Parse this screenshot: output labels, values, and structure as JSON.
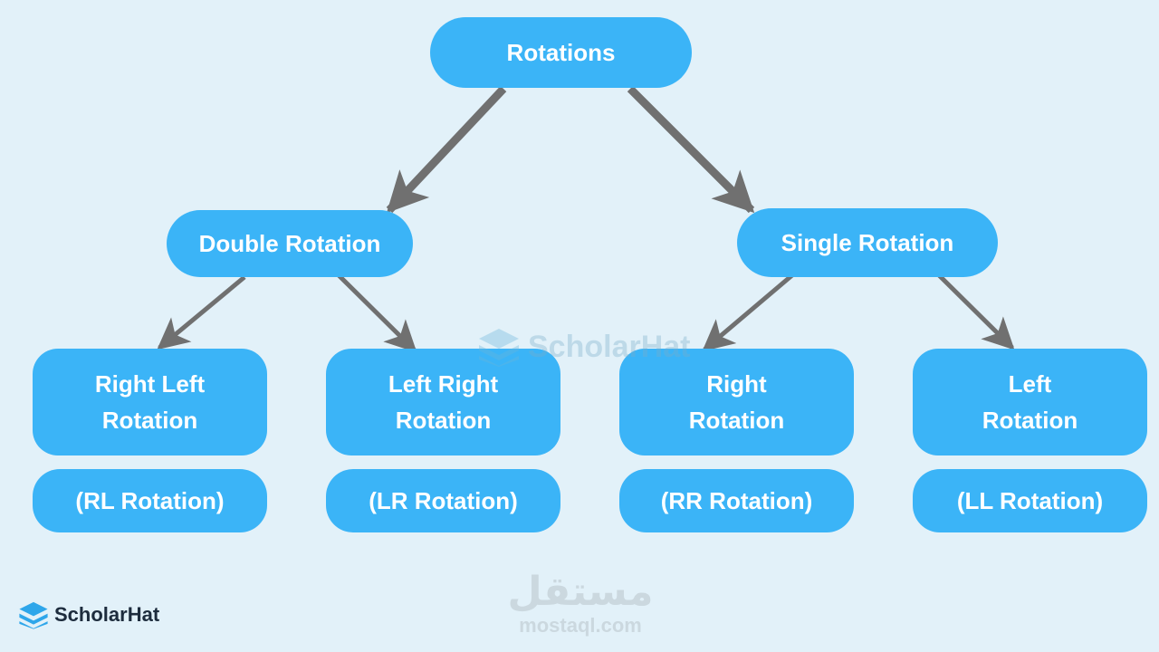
{
  "diagram": {
    "root": "Rotations",
    "branches": [
      {
        "id": "double",
        "label": "Double Rotation",
        "children": [
          {
            "label_lines": [
              "Right Left",
              "Rotation"
            ],
            "abbr": "(RL Rotation)"
          },
          {
            "label_lines": [
              "Left Right",
              "Rotation"
            ],
            "abbr": "(LR Rotation)"
          }
        ]
      },
      {
        "id": "single",
        "label": "Single Rotation",
        "children": [
          {
            "label_lines": [
              "Right",
              "Rotation"
            ],
            "abbr": "(RR Rotation)"
          },
          {
            "label_lines": [
              "Left",
              "Rotation"
            ],
            "abbr": "(LL Rotation)"
          }
        ]
      }
    ]
  },
  "watermark": {
    "text": "ScholarHat"
  },
  "logo": {
    "text": "ScholarHat"
  },
  "mostaql": {
    "arabic": "مستقل",
    "latin": "mostaql.com"
  },
  "colors": {
    "node_fill": "#3bb4f7",
    "node_text": "#ffffff",
    "arrow": "#707070",
    "background": "#e2f1f9"
  }
}
